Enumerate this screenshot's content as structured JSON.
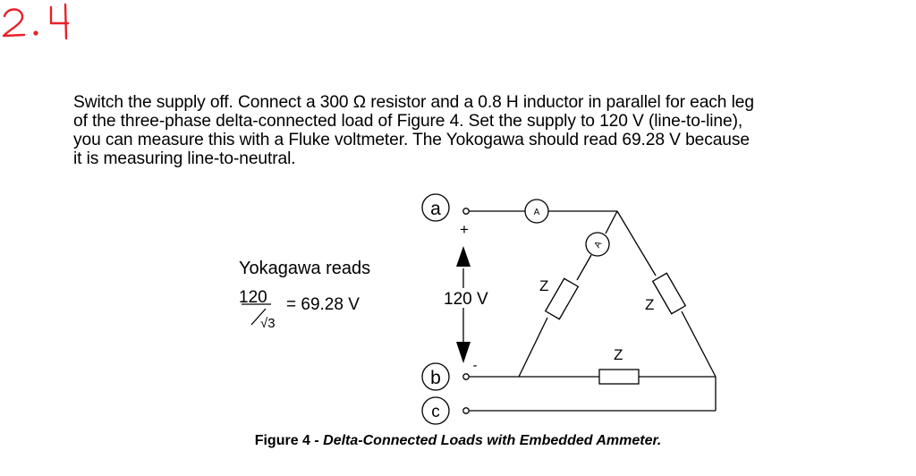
{
  "handwritten_label": "2.4",
  "problem_text": [
    "Switch the supply off.  Connect a 300 Ω resistor and a 0.8 H inductor in parallel for each leg",
    "of the three-phase delta-connected load of Figure 4.  Set the supply to 120 V (line-to-line),",
    "you can measure this with a Fluke voltmeter.  The Yokogawa should read 69.28 V because",
    "it is measuring line-to-neutral."
  ],
  "figure": {
    "terminals": [
      "a",
      "b",
      "c"
    ],
    "ammeter_symbol": "A",
    "polarity_plus": "+",
    "polarity_minus": "-",
    "voltage_label": "120 V",
    "impedance_label": "Z",
    "yokogawa_label": "Yokagawa reads",
    "fraction_numerator": "120",
    "fraction_denominator": "√3",
    "fraction_result": "= 69.28 V",
    "colors": {
      "handwriting": "#e8202a",
      "line": "#000000"
    }
  },
  "caption": {
    "prefix": "Figure 4 - ",
    "title": "Delta-Connected Loads with Embedded Ammeter."
  }
}
